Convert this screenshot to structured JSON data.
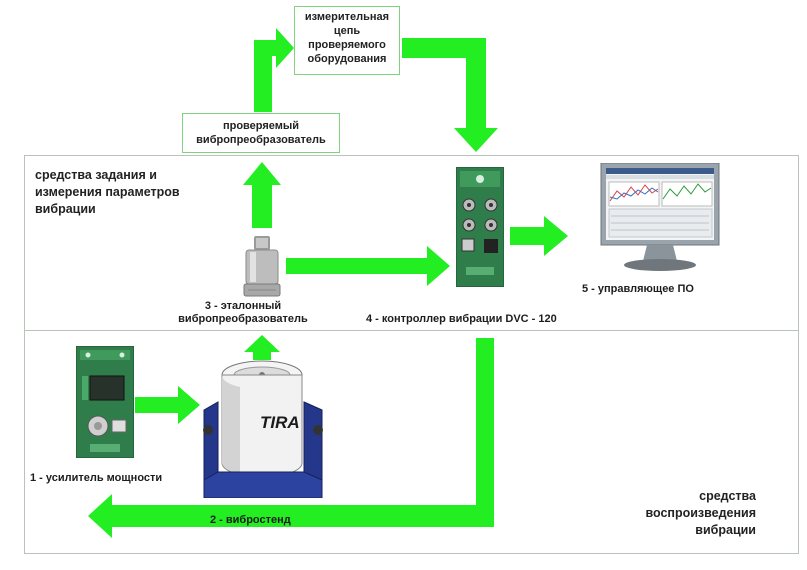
{
  "sections": {
    "setting": "средства задания и измерения параметров вибрации",
    "reproduction": "средства воспроизведения вибрации"
  },
  "boxes": {
    "measurement_chain": "измерительная цепь проверяемого оборудования",
    "tested_transducer": "проверяемый вибропреобразователь"
  },
  "components": {
    "amplifier": "1 - усилитель мощности",
    "shaker": "2 - вибростенд",
    "reference_transducer": "3 - эталонный вибропреобразователь",
    "controller": "4 - контроллер вибрации DVC - 120",
    "software": "5 - управляющее ПО"
  },
  "shaker_brand": "TIRA",
  "colors": {
    "arrow": "#22ee22",
    "panel_border": "#b9c3b9",
    "device_green": "#2f7d4a",
    "shaker_blue": "#24378a"
  }
}
